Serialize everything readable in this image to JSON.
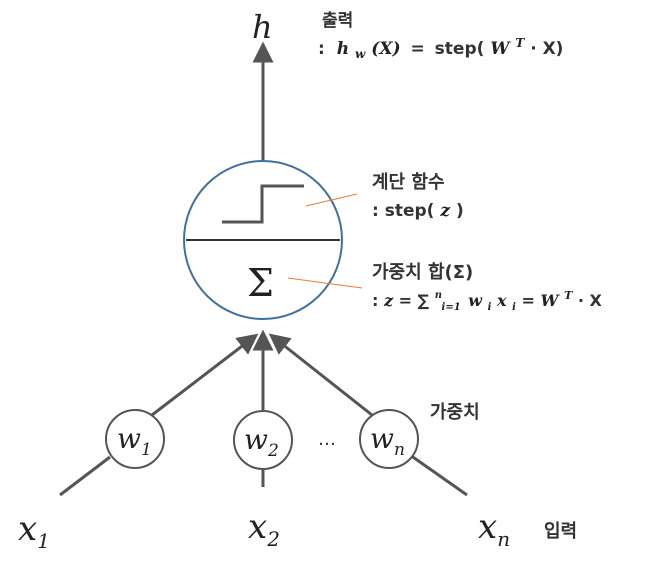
{
  "output": {
    "symbol": "h",
    "title": "출력",
    "formula_prefix": ":",
    "formula": "hw(X) = step(WT · X)",
    "formula_parts": {
      "lhs_main": "h",
      "lhs_sub": "w",
      "lhs_arg": "(X)",
      "eq": "=",
      "func": "step(",
      "w": "W",
      "t": "T",
      "rest": " · X)"
    }
  },
  "step_function": {
    "title": "계단 함수",
    "formula": ": step(z)",
    "formula_parts": {
      "prefix": ": ",
      "func": "step(",
      "arg": "z",
      "close": ")"
    }
  },
  "weighted_sum": {
    "symbol": "Σ",
    "title": "가중치 합(Σ)",
    "formula": "z = Σ_{i=1}^{n} w_i x_i = W^T · X",
    "formula_parts": {
      "prefix": ": ",
      "z": "z",
      "eq1": " = ",
      "sum": "∑",
      "sup": "n",
      "sub": "i=1",
      "w": "w",
      "wsub": "i",
      "x": "x",
      "xsub": "i",
      "eq2": " = ",
      "W": "W",
      "T": "T",
      "tail": " · X"
    }
  },
  "weights": {
    "label": "가중치",
    "nodes": [
      {
        "base": "w",
        "sub": "1"
      },
      {
        "base": "w",
        "sub": "2"
      },
      {
        "base": "w",
        "sub": "n"
      }
    ],
    "ellipsis": "…"
  },
  "inputs": {
    "label": "입력",
    "items": [
      {
        "base": "x",
        "sub": "1"
      },
      {
        "base": "x",
        "sub": "2"
      },
      {
        "base": "x",
        "sub": "n"
      }
    ]
  },
  "colors": {
    "circle_stroke": "#41719c",
    "line": "#555555",
    "annotation": "#ed7d31",
    "text": "#222222"
  }
}
